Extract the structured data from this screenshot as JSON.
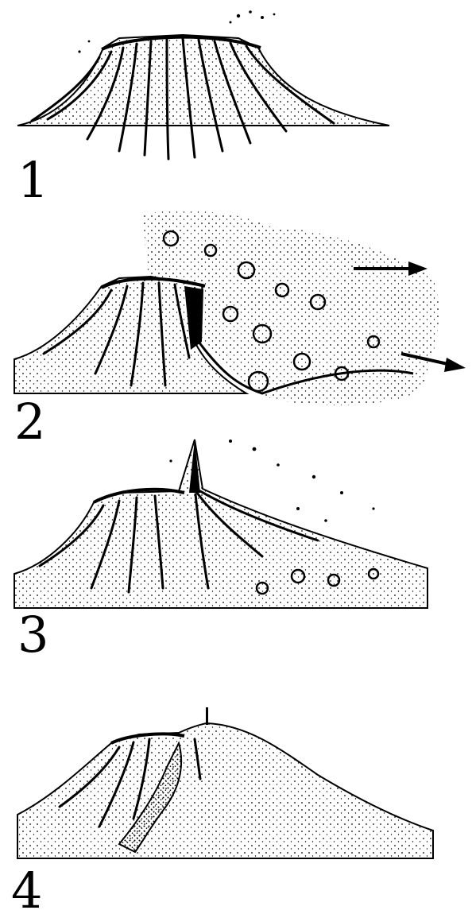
{
  "figure": {
    "ink_color": "#000000",
    "background_color": "#ffffff",
    "style": "pen-and-ink stipple illustration",
    "stages": [
      {
        "number": "1",
        "depicts": "volcano-cone",
        "features": [
          "summit-crater",
          "radial-gullies"
        ]
      },
      {
        "number": "2",
        "depicts": "volcano-flank-collapse",
        "features": [
          "summit-crater",
          "collapse-scarp",
          "debris-avalanche",
          "ash-cloud",
          "direction-arrows"
        ],
        "arrow_count": 2
      },
      {
        "number": "3",
        "depicts": "new-vent-spire",
        "features": [
          "remnant-cone",
          "spire",
          "ash-cloud",
          "debris-apron"
        ]
      },
      {
        "number": "4",
        "depicts": "rebuilt-cone",
        "features": [
          "old-crater-rim",
          "scarp-scar",
          "new-cone",
          "summit-spine"
        ]
      }
    ]
  }
}
